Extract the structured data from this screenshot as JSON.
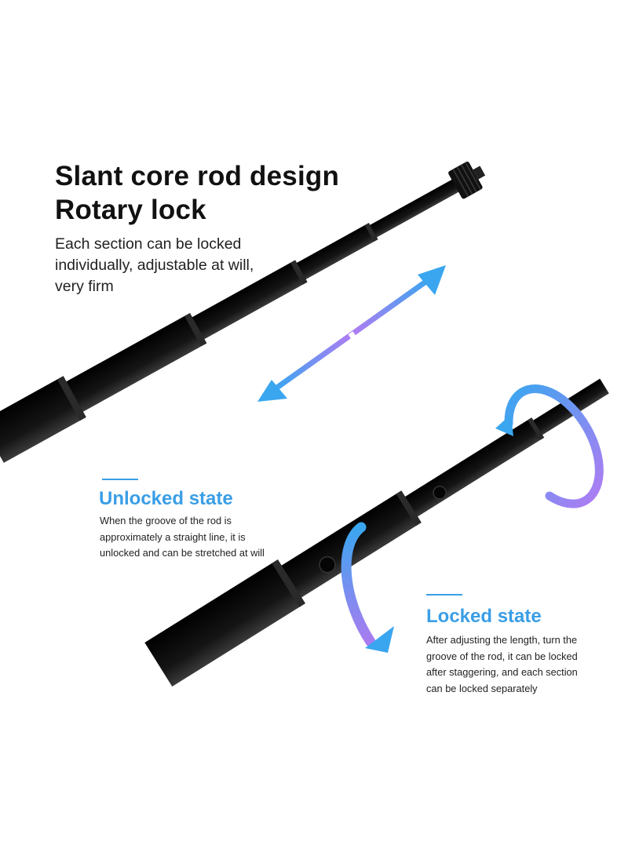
{
  "headline": {
    "line1": "Slant core rod design",
    "line2": "Rotary lock"
  },
  "intro": "Each section can be locked individually, adjustable at will, very firm",
  "unlocked": {
    "title": "Unlocked state",
    "description": "When the groove of the rod is approximately a straight line, it is unlocked and can be stretched at will"
  },
  "locked": {
    "title": "Locked state",
    "description": "After adjusting the length, turn the groove of the rod, it can be locked after staggering, and each section can be locked separately"
  },
  "colors": {
    "accent_blue": "#3a9ee6",
    "gradient_blue": "#3aa6f0",
    "gradient_purple": "#b07cf2",
    "rod_black": "#0b0b0b",
    "background": "#ffffff"
  },
  "icons": [
    "double-arrow-icon",
    "rotation-arrow-icon"
  ]
}
